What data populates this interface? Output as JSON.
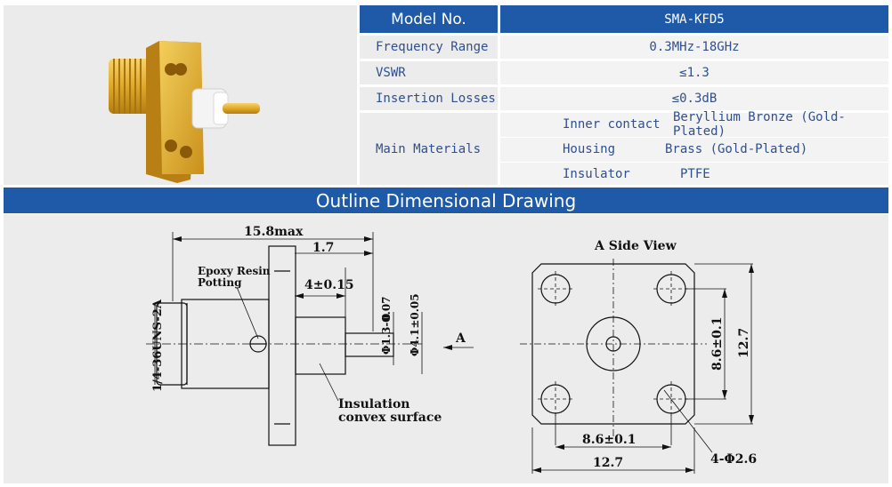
{
  "specs": {
    "model_label": "Model No.",
    "model_value": "SMA-KFD5",
    "freq_label": "Frequency Range",
    "freq_value": "0.3MHz-18GHz",
    "vswr_label": "VSWR",
    "vswr_value": "≤1.3",
    "loss_label": "Insertion Losses",
    "loss_value": "≤0.3dB",
    "materials_label": "Main Materials",
    "materials": [
      {
        "part": "Inner contact",
        "material": "Beryllium Bronze (Gold-Plated)"
      },
      {
        "part": "Housing",
        "material": "Brass (Gold-Plated)"
      },
      {
        "part": "Insulator",
        "material": "PTFE"
      }
    ]
  },
  "drawing": {
    "title": "Outline Dimensional Drawing",
    "side_view_title": "A Side View",
    "dim_length": "15.8max",
    "dim_flange": "1.7",
    "dim_pin_ext": "4±0.15",
    "dim_pin_dia": "Φ1.3-0.07",
    "dim_pin_tol_top": "0",
    "dim_ins_dia": "Φ4.1±0.05",
    "dim_thread": "1/4-36UNS-2A",
    "label_epoxy": "Epoxy Resin",
    "label_potting": "Potting",
    "label_insulation": "Insulation",
    "label_convex": "convex surface",
    "label_view_arrow": "A",
    "dim_hole_spacing_h": "8.6±0.1",
    "dim_flange_w": "12.7",
    "dim_hole_spacing_v": "8.6±0.1",
    "dim_flange_h": "12.7",
    "dim_holes": "4-Φ2.6"
  }
}
